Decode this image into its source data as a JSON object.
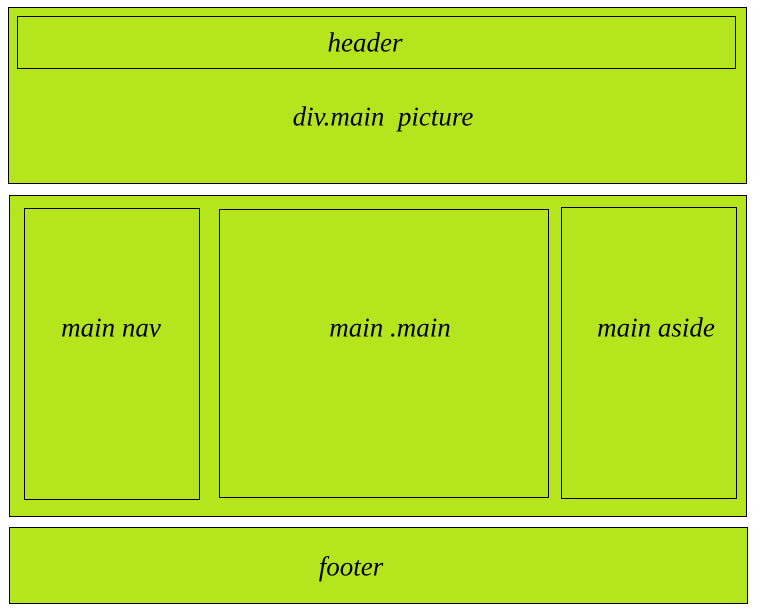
{
  "colors": {
    "fill": "#b5e61d",
    "border": "#000000",
    "text": "#000000"
  },
  "header": {
    "label": "header"
  },
  "picture": {
    "label": "div.main  picture"
  },
  "main": {
    "nav_label": "main nav",
    "main_label": "main .main",
    "aside_label": "main aside"
  },
  "footer": {
    "label": "footer"
  }
}
